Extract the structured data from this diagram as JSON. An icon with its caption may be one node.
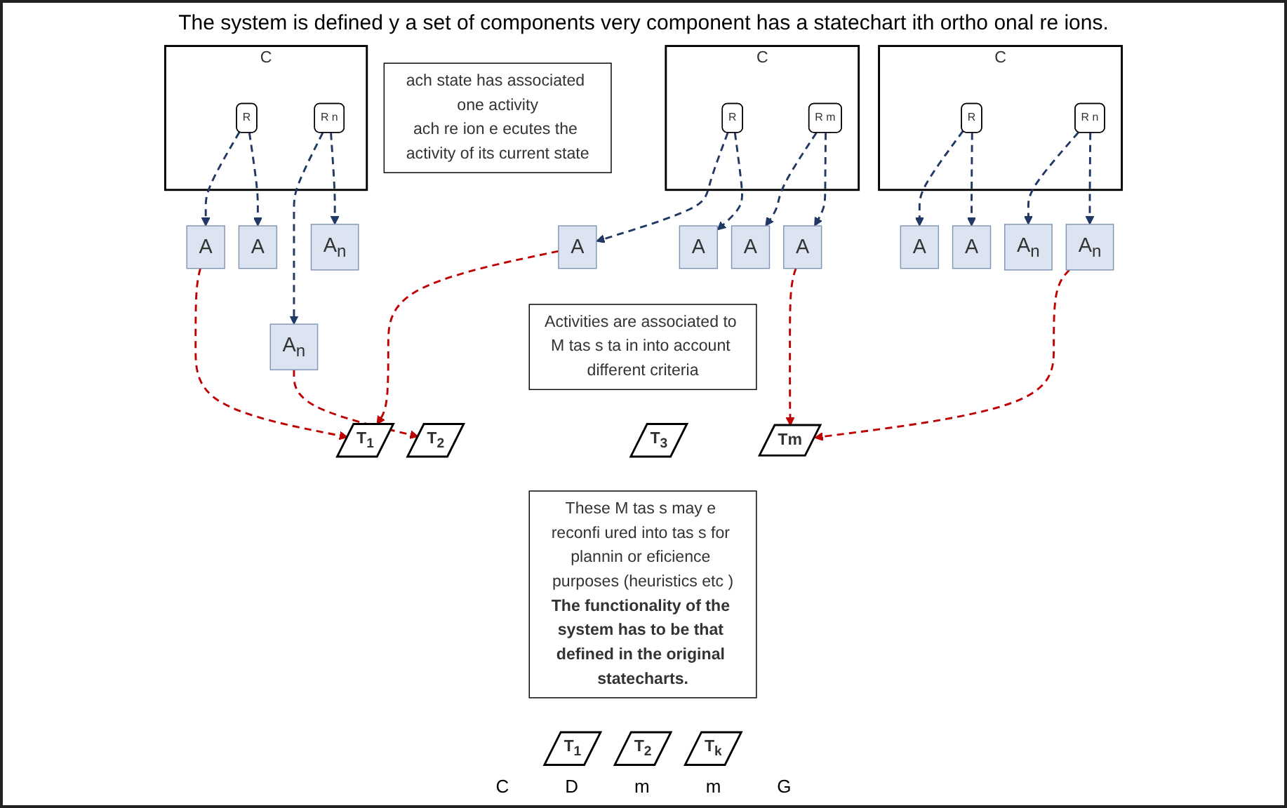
{
  "diagram": {
    "title": "The system is defined y a set of components very component has a statechart ith ortho onal re ions.",
    "nodes": [
      {
        "text": [
          "C"
        ]
      },
      {
        "text": [
          "R"
        ],
        "in": 0
      },
      {
        "text": [
          "R n"
        ],
        "in": 0
      },
      {
        "text": [
          "C"
        ]
      },
      {
        "text": [
          "R"
        ],
        "in": 3
      },
      {
        "text": [
          "R m"
        ],
        "in": 3
      },
      {
        "text": [
          "C"
        ]
      },
      {
        "text": [
          "R"
        ],
        "in": 6
      },
      {
        "text": [
          "R n"
        ],
        "in": 6
      },
      {
        "text": [
          "ach state has associated one activity",
          "ach re ion e ecutes the activity of its current state"
        ]
      },
      {
        "text": [
          "A"
        ]
      },
      {
        "text": [
          "A"
        ]
      },
      {
        "text": [
          "A$_{n}$"
        ]
      },
      {
        "text": [
          "A$_{n}$"
        ]
      },
      {
        "text": [
          "A"
        ]
      },
      {
        "text": [
          "A"
        ]
      },
      {
        "text": [
          "A"
        ]
      },
      {
        "text": [
          "A"
        ]
      },
      {
        "text": [
          "A"
        ]
      },
      {
        "text": [
          "A"
        ]
      },
      {
        "text": [
          "A$_{n}$"
        ]
      },
      {
        "text": [
          "A$_{n}$"
        ]
      },
      {
        "text": [
          "Activities are associated to M tas s ta in into account different criteria"
        ]
      },
      {
        "text": [
          "T$_{1}$"
        ]
      },
      {
        "text": [
          "T$_{2}$"
        ]
      },
      {
        "text": [
          "T$_{3}$"
        ]
      },
      {
        "text": [
          "Tm"
        ]
      },
      {
        "text": [
          "These M tas s may e reconfi ured into tas s for plannin or eficience purposes (heuristics etc )",
          "The functionality of the system has to be that defined in the original statecharts."
        ]
      },
      {
        "text": [
          "T$_{1}$"
        ]
      },
      {
        "text": [
          "T$_{2}$"
        ]
      },
      {
        "text": [
          "T$_{k}$"
        ]
      }
    ],
    "edges": [
      {
        "from": 1,
        "to": 10,
        "arrow": "to",
        "style": "dashed"
      },
      {
        "from": 1,
        "to": 11,
        "arrow": "to",
        "style": "dashed"
      },
      {
        "from": 2,
        "to": 12,
        "arrow": "to",
        "style": "dashed"
      },
      {
        "from": 2,
        "to": 13,
        "arrow": "to",
        "style": "dashed"
      },
      {
        "from": 4,
        "to": 14,
        "arrow": "to",
        "style": "dashed"
      },
      {
        "from": 4,
        "to": 15,
        "arrow": "to",
        "style": "dashed"
      },
      {
        "from": 5,
        "to": 16,
        "arrow": "to",
        "style": "dashed"
      },
      {
        "from": 5,
        "to": 17,
        "arrow": "to",
        "style": "dashed"
      },
      {
        "from": 7,
        "to": 18,
        "arrow": "to",
        "style": "dashed"
      },
      {
        "from": 7,
        "to": 19,
        "arrow": "to",
        "style": "dashed"
      },
      {
        "from": 8,
        "to": 20,
        "arrow": "to",
        "style": "dashed"
      },
      {
        "from": 8,
        "to": 21,
        "arrow": "to",
        "style": "dashed"
      },
      {
        "from": 10,
        "to": 23,
        "arrow": "to",
        "style": "dashed",
        "color": "#c00000"
      },
      {
        "from": 14,
        "to": 23,
        "arrow": "to",
        "style": "dashed",
        "color": "#c00000"
      },
      {
        "from": 12,
        "to": 24,
        "arrow": "to",
        "style": "dashed",
        "color": "#c00000"
      },
      {
        "from": 17,
        "to": 26,
        "arrow": "to",
        "style": "dashed",
        "color": "#c00000"
      },
      {
        "from": 21,
        "to": 26,
        "arrow": "to",
        "style": "dashed",
        "color": "#c00000"
      }
    ],
    "labels": [
      "C",
      "D",
      "m",
      "m",
      "G"
    ]
  }
}
